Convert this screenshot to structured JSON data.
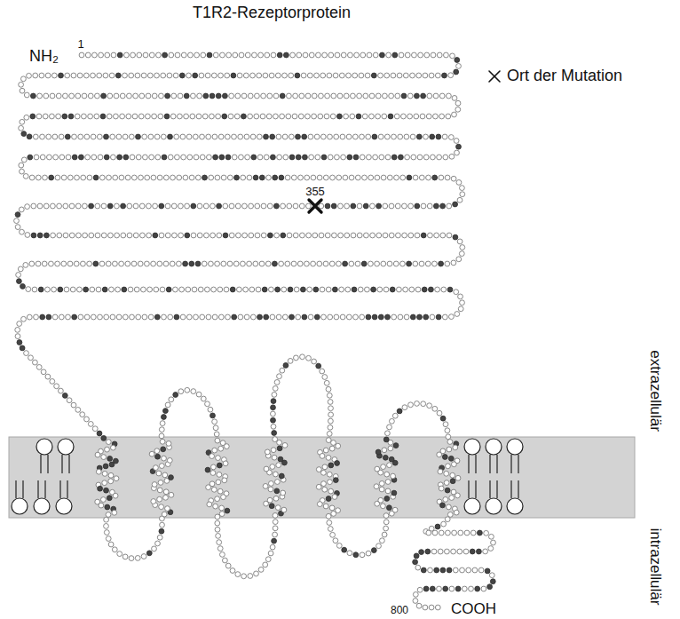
{
  "diagram": {
    "title": "T1R2-Rezeptorprotein",
    "labels": [
      "NH₂",
      "1",
      "355",
      "extrazellulär",
      "intrazellulär",
      "800",
      "COOH"
    ],
    "legend": [
      {
        "text": "Ort der Mutation"
      }
    ]
  }
}
